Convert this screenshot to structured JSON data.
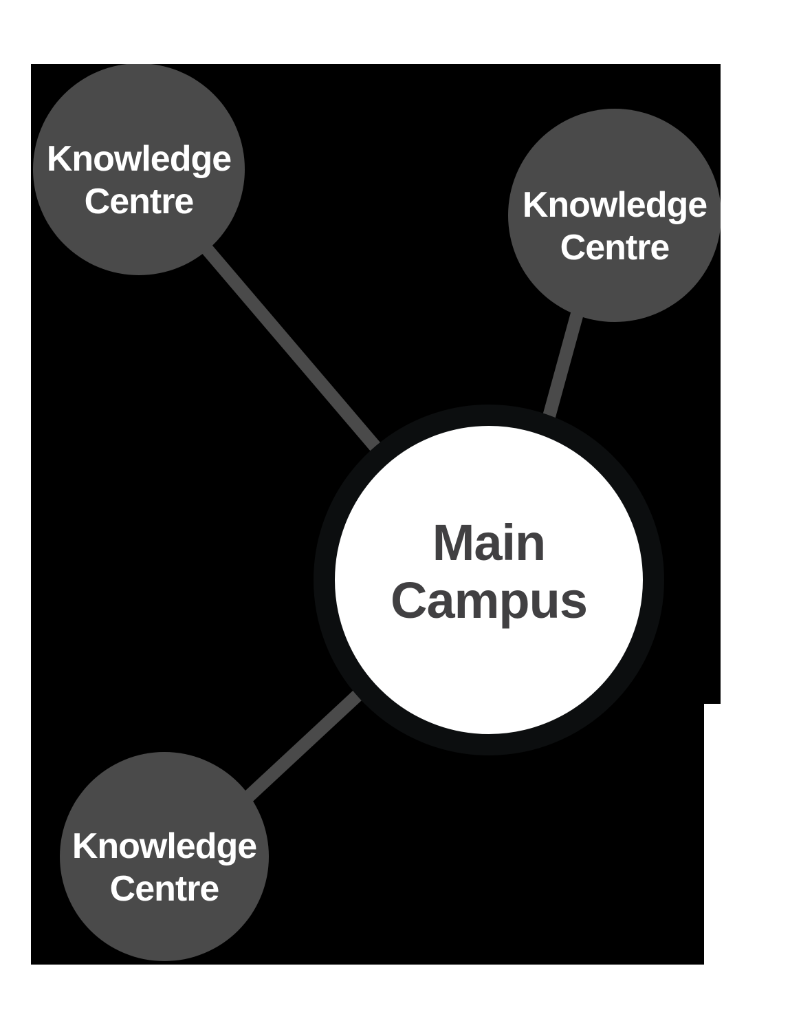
{
  "diagram": {
    "title": "Main Campus and Knowledge Centres network diagram",
    "main_node": {
      "label_line1": "Main",
      "label_line2": "Campus"
    },
    "satellites": [
      {
        "position": "top-left",
        "label_line1": "Knowledge",
        "label_line2": "Centre"
      },
      {
        "position": "top-right",
        "label_line1": "Knowledge",
        "label_line2": "Centre"
      },
      {
        "position": "bottom-left",
        "label_line1": "Knowledge",
        "label_line2": "Centre"
      }
    ],
    "colors": {
      "page_background": "#ffffff",
      "canvas_background": "#000000",
      "satellite_fill": "#4a4a4a",
      "satellite_text": "#ffffff",
      "connector": "#4a4a4a",
      "main_fill": "#ffffff",
      "main_ring": "#0c0e0f",
      "main_text": "#414042"
    }
  }
}
